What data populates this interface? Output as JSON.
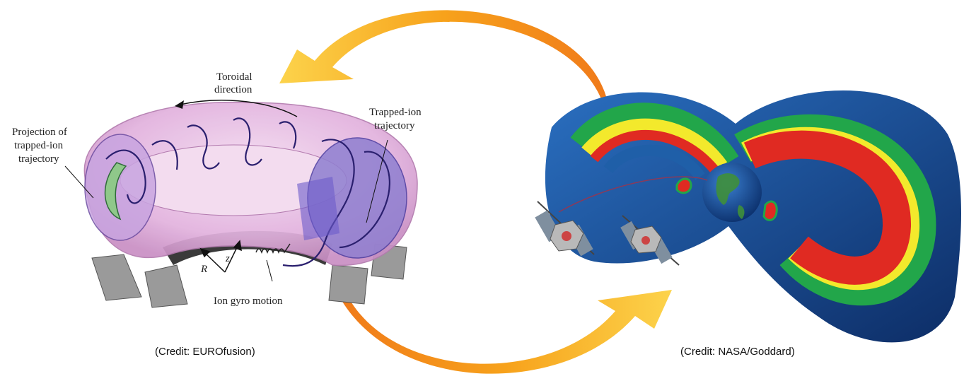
{
  "left_panel": {
    "labels": {
      "toroidal_line1": "Toroidal",
      "toroidal_line2": "direction",
      "projection_line1": "Projection of",
      "projection_line2": "trapped-ion",
      "projection_line3": "trajectory",
      "trapped_line1": "Trapped-ion",
      "trapped_line2": "trajectory",
      "axis_r": "R",
      "axis_z": "z",
      "gyro": "Ion gyro motion"
    },
    "credit": "(Credit: EUROfusion)"
  },
  "right_panel": {
    "credit": "(Credit: NASA/Goddard)"
  },
  "colors": {
    "arrow_orange": "#f7a21b",
    "torus_pink": "#e7b9e3",
    "trajectory_purple": "#2a1f6e",
    "belt_blue": "#1f5fa8",
    "belt_red": "#e02a22",
    "belt_green": "#22a64a",
    "belt_yellow": "#f3e92c"
  }
}
